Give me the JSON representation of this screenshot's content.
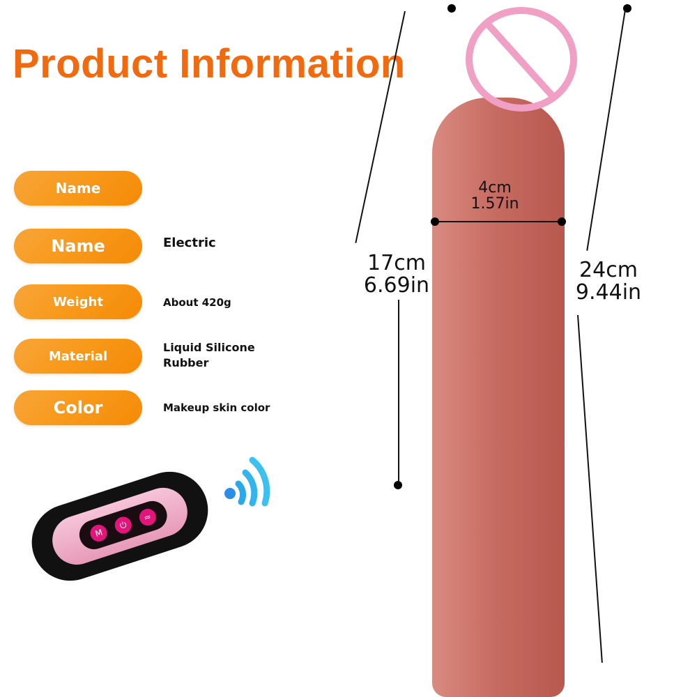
{
  "header": {
    "title": "Product Information"
  },
  "specs": [
    {
      "label": "Name",
      "value": ""
    },
    {
      "label": "Name",
      "value": "Electric"
    },
    {
      "label": "Weight",
      "value": "About 420g"
    },
    {
      "label": "Material",
      "value": "Liquid Silicone Rubber"
    },
    {
      "label": "Color",
      "value": "Makeup skin color"
    }
  ],
  "dimensions": {
    "width_cm": "4cm",
    "width_in": "1.57in",
    "insertable_cm": "17cm",
    "insertable_in": "6.69in",
    "total_cm": "24cm",
    "total_in": "9.44in"
  },
  "remote": {
    "buttons": [
      "mode-icon",
      "power-icon",
      "vibrate-icon"
    ],
    "signal_icon": "wireless-signal-icon"
  },
  "colors": {
    "accent": "#f26a10",
    "pill": "#f89a1c",
    "signal": "#2aa8e8"
  }
}
